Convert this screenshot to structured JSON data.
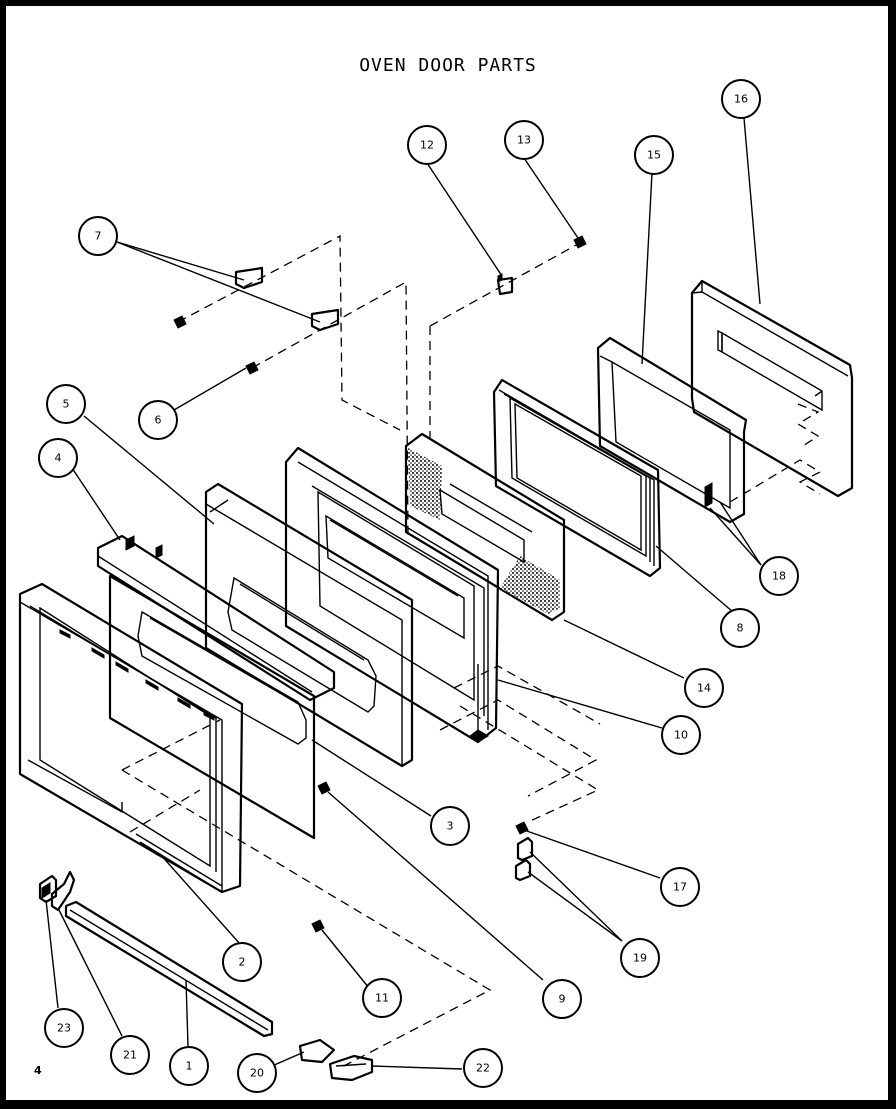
{
  "title": "OVEN DOOR PARTS",
  "page_number": "4",
  "callouts": [
    {
      "id": "c1",
      "label": "1"
    },
    {
      "id": "c2",
      "label": "2"
    },
    {
      "id": "c3",
      "label": "3"
    },
    {
      "id": "c4",
      "label": "4"
    },
    {
      "id": "c5",
      "label": "5"
    },
    {
      "id": "c6",
      "label": "6"
    },
    {
      "id": "c7",
      "label": "7"
    },
    {
      "id": "c8",
      "label": "8"
    },
    {
      "id": "c9",
      "label": "9"
    },
    {
      "id": "c10",
      "label": "10"
    },
    {
      "id": "c11",
      "label": "11"
    },
    {
      "id": "c12",
      "label": "12"
    },
    {
      "id": "c13",
      "label": "13"
    },
    {
      "id": "c14",
      "label": "14"
    },
    {
      "id": "c15",
      "label": "15"
    },
    {
      "id": "c16",
      "label": "16"
    },
    {
      "id": "c17",
      "label": "17"
    },
    {
      "id": "c18",
      "label": "18"
    },
    {
      "id": "c19",
      "label": "19"
    },
    {
      "id": "c20",
      "label": "20"
    },
    {
      "id": "c21",
      "label": "21"
    },
    {
      "id": "c22",
      "label": "22"
    },
    {
      "id": "c23",
      "label": "23"
    }
  ]
}
